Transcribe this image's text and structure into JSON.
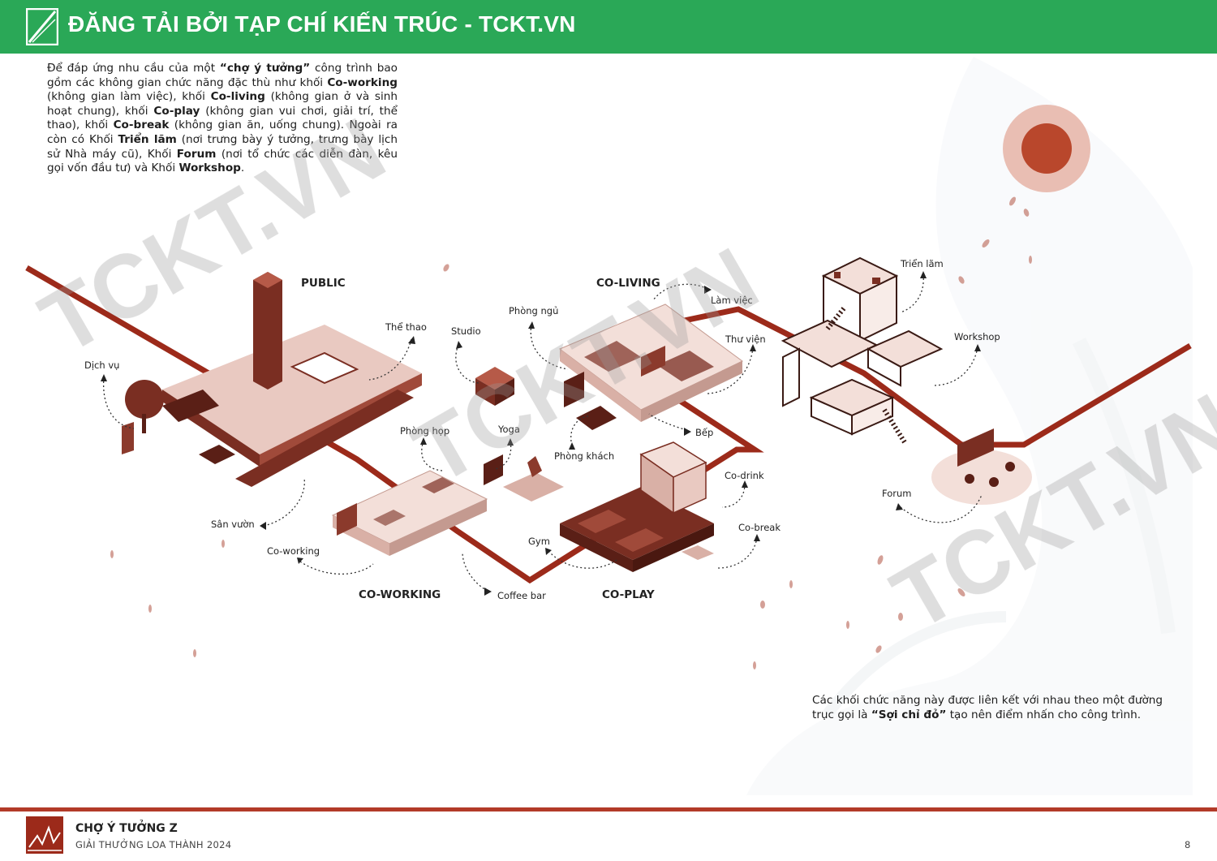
{
  "banner": {
    "title": "ĐĂNG TẢI BỞI TẠP CHÍ KIẾN TRÚC - TCKT.VN",
    "color": "#2aa857"
  },
  "intro": {
    "t1": "Để đáp ứng nhu cầu của một ",
    "b1": "“chợ ý tưởng”",
    "t2": " công trình bao gồm các không gian chức năng đặc thù như khối ",
    "b2": "Co-working",
    "t3": " (không gian làm việc), khối ",
    "b3": "Co-living",
    "t4": " (không gian ở và sinh hoạt chung), khối ",
    "b4": "Co-play",
    "t5": " (không gian vui chơi, giải trí, thể thao), khối ",
    "b5": "Co-break",
    "t6": " (không gian ăn, uống chung). Ngoài ra còn có Khối ",
    "b6": "Triển lãm",
    "t7": " (nơi trưng bày ý tưởng, trưng bày lịch sử Nhà máy cũ), Khối ",
    "b7": "Forum",
    "t8": " (nơi tổ chức các diễn đàn, kêu gọi vốn đầu tư) và Khối ",
    "b8": "Workshop",
    "t9": "."
  },
  "zones": {
    "public": "PUBLIC",
    "co_living": "CO-LIVING",
    "co_working": "CO-WORKING",
    "co_play": "CO-PLAY"
  },
  "labels": {
    "dich_vu": "Dịch vụ",
    "the_thao": "Thể thao",
    "studio": "Studio",
    "phong_ngu": "Phòng ngủ",
    "lam_viec": "Làm việc",
    "thu_vien": "Thư viện",
    "trien_lam": "Triển lãm",
    "workshop": "Workshop",
    "bep": "Bếp",
    "phong_hop": "Phòng họp",
    "yoga": "Yoga",
    "phong_khach": "Phòng khách",
    "co_drink": "Co-drink",
    "forum": "Forum",
    "co_break": "Co-break",
    "san_vuon": "Sân vườn",
    "co_working": "Co-working",
    "gym": "Gym",
    "coffee_bar": "Coffee bar"
  },
  "note": {
    "t1": "Các khối chức năng này được liên kết với nhau theo một đường trục gọi là ",
    "b1": "“Sợi chỉ đỏ”",
    "t2": " tạo nên điểm nhấn cho công trình."
  },
  "watermark": "TCKT.VN",
  "footer": {
    "title": "CHỢ Ý TƯỞNG Z",
    "subtitle": "GIẢI THƯỞNG LOA THÀNH 2024",
    "page": "8"
  },
  "colors": {
    "red_thread": "#9c2a1a",
    "building": "#7a2e22",
    "building_light": "#e9c9c1",
    "sun_outer": "#e6b3a6",
    "sun_inner": "#b9472c",
    "footer_line": "#b23a28"
  }
}
